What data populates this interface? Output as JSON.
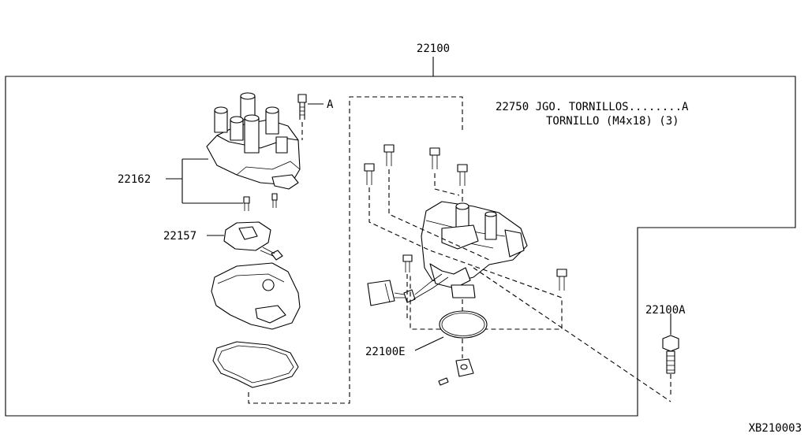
{
  "labels": {
    "assembly": "22100",
    "cap": "22162",
    "rotor": "22157",
    "seal": "22100E",
    "bolt": "22100A",
    "screw_ref": "A",
    "note_line1": "22750 JGO. TORNILLOS........A",
    "note_line2": "TORNILLO (M4x18) (3)",
    "diagram_id": "XB210003"
  }
}
